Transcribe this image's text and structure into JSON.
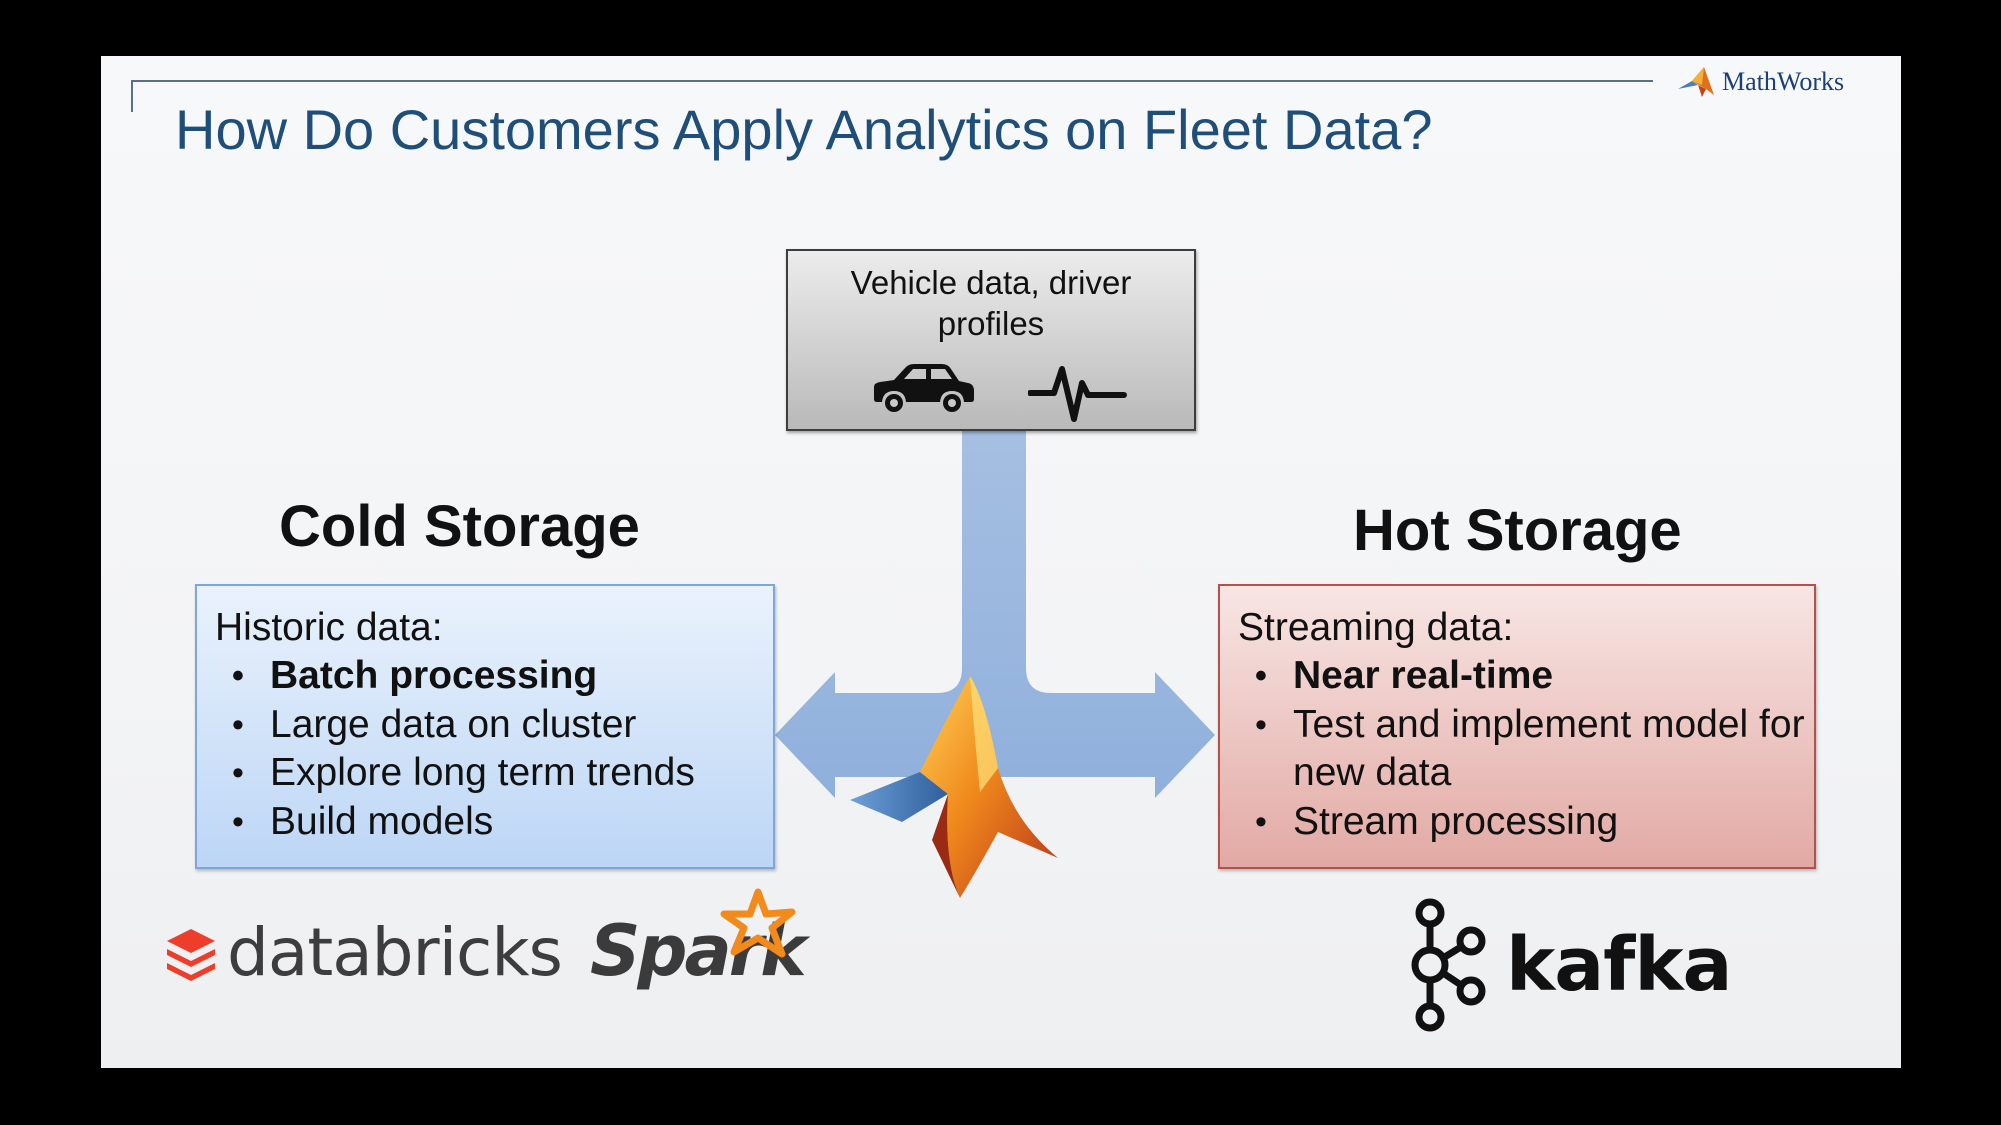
{
  "slide": {
    "title": "How Do Customers Apply Analytics on Fleet Data?",
    "brand": "MathWorks"
  },
  "source": {
    "text": "Vehicle data, driver profiles",
    "icons": [
      "car-icon",
      "heartbeat-pulse-icon"
    ]
  },
  "cold_storage": {
    "heading": "Cold Storage",
    "panel_title": "Historic data:",
    "items": [
      {
        "label": "Batch processing",
        "bold": true
      },
      {
        "label": "Large data on cluster",
        "bold": false
      },
      {
        "label": "Explore long term trends",
        "bold": false
      },
      {
        "label": "Build models",
        "bold": false
      }
    ],
    "logos": [
      "databricks",
      "Spark"
    ]
  },
  "hot_storage": {
    "heading": "Hot Storage",
    "panel_title": "Streaming data:",
    "items": [
      {
        "label": "Near real-time",
        "bold": true
      },
      {
        "label": "Test and implement model for new data",
        "bold": false
      },
      {
        "label": "Stream processing",
        "bold": false
      }
    ],
    "logos": [
      "kafka"
    ]
  },
  "colors": {
    "title": "#1f4e79",
    "arrow": "#9ab6dd",
    "cold_panel_border": "#7ea6d8",
    "hot_panel_border": "#b3524c"
  },
  "bullet": "•"
}
